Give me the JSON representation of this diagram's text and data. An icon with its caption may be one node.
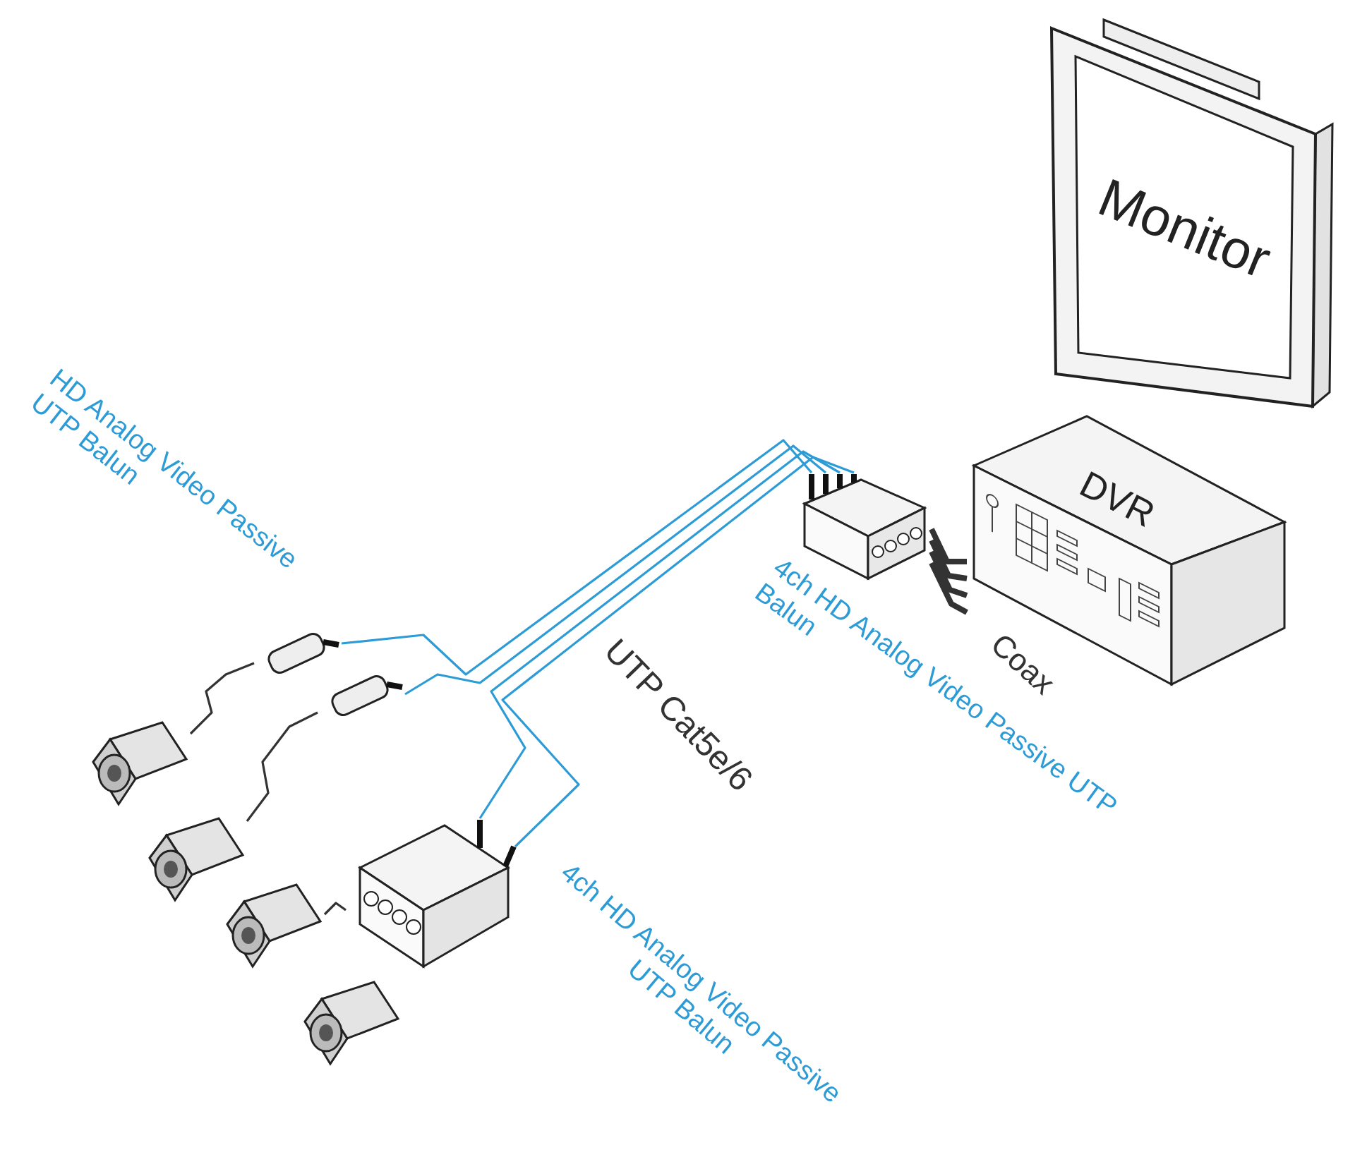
{
  "diagram": {
    "nodes": [
      {
        "text": [
          "Monitor"
        ]
      },
      {
        "text": [
          "DVR"
        ]
      },
      {
        "text": [],
        "shape": "box",
        "beside": [
          "4ch HD Analog Video Passive UTP Balun"
        ]
      },
      {
        "text": [],
        "shape": "box"
      },
      {
        "text": [],
        "shape": "box"
      },
      {
        "text": [],
        "shape": "box",
        "beside": [
          "4ch HD Analog Video Passive UTP Balun"
        ]
      },
      {
        "text": [],
        "shape": "camera"
      },
      {
        "text": [],
        "shape": "camera"
      },
      {
        "text": [],
        "shape": "camera"
      },
      {
        "text": [],
        "shape": "camera"
      }
    ],
    "edges": [
      {
        "from": 2,
        "to": 3,
        "arrow": "none",
        "color": "#2c9bd6"
      },
      {
        "from": 2,
        "to": 4,
        "arrow": "none",
        "color": "#2c9bd6"
      },
      {
        "from": 2,
        "to": 5,
        "arrow": "none",
        "color": "#2c9bd6"
      },
      {
        "from": 2,
        "to": 5,
        "arrow": "none",
        "color": "#2c9bd6"
      },
      {
        "from": 2,
        "to": 1,
        "arrow": "none",
        "style": "thick"
      },
      {
        "from": 2,
        "to": 1,
        "arrow": "none",
        "style": "thick"
      },
      {
        "from": 2,
        "to": 1,
        "arrow": "none",
        "style": "thick"
      },
      {
        "from": 2,
        "to": 1,
        "arrow": "none",
        "style": "thick"
      },
      {
        "from": 6,
        "to": 3,
        "arrow": "none"
      },
      {
        "from": 7,
        "to": 4,
        "arrow": "none"
      },
      {
        "from": 8,
        "to": 5,
        "arrow": "none"
      }
    ],
    "labels": [
      "HD Analog Video Passive UTP Balun",
      "UTP Cat5e/6",
      "Coax"
    ]
  }
}
